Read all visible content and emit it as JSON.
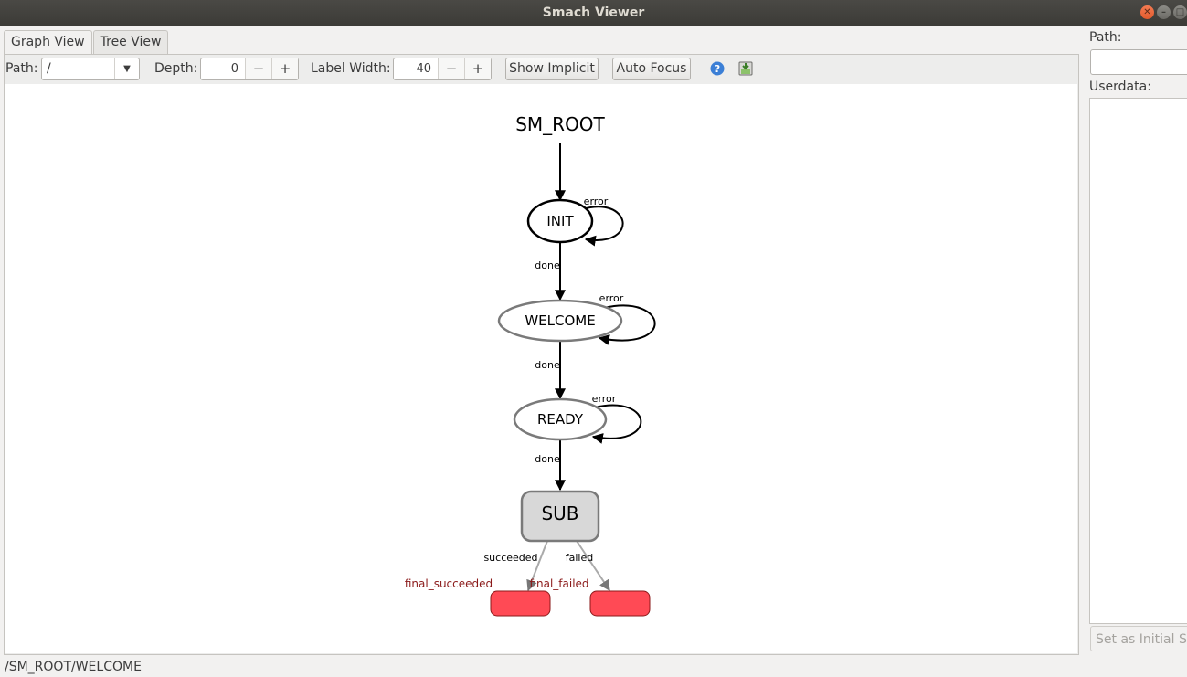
{
  "window": {
    "title": "Smach Viewer"
  },
  "tabs": [
    {
      "label": "Graph View",
      "active": true
    },
    {
      "label": "Tree View",
      "active": false
    }
  ],
  "toolbar": {
    "path_label": "Path:",
    "path_value": "/",
    "depth_label": "Depth:",
    "depth_value": "0",
    "label_width_label": "Label Width:",
    "label_width_value": "40",
    "show_implicit": "Show Implicit",
    "auto_focus": "Auto Focus",
    "help_icon": "help-icon",
    "save_icon": "save-image-icon"
  },
  "graph": {
    "root_label": "SM_ROOT",
    "states": {
      "init": "INIT",
      "welcome": "WELCOME",
      "ready": "READY",
      "sub": "SUB"
    },
    "transitions": {
      "init_error": "error",
      "init_done": "done",
      "welcome_error": "error",
      "welcome_done": "done",
      "ready_error": "error",
      "ready_done": "done",
      "sub_succeeded": "succeeded",
      "sub_failed": "failed"
    },
    "outcomes": {
      "final_succeeded": "final_succeeded",
      "final_failed": "final_failed"
    },
    "colors": {
      "outcome_fill": "#ff4a55",
      "outcome_text": "#8b1a1a",
      "sub_fill": "#d8d8d8"
    }
  },
  "right_panel": {
    "path_label": "Path:",
    "userdata_label": "Userdata:",
    "set_initial_button": "Set as Initial State"
  },
  "status": {
    "path": "/SM_ROOT/WELCOME"
  }
}
